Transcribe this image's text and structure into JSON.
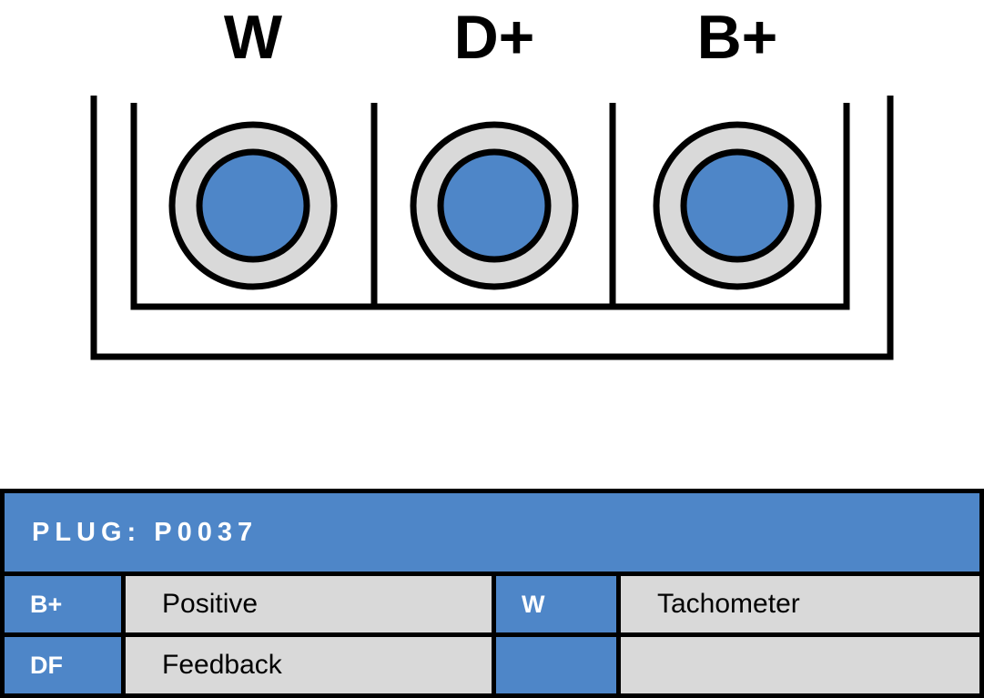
{
  "diagram": {
    "terminals": [
      {
        "label": "W"
      },
      {
        "label": "D+"
      },
      {
        "label": "B+"
      }
    ]
  },
  "table": {
    "title": "PLUG: P0037",
    "rows": [
      {
        "cells": [
          {
            "key": "B+",
            "value": "Positive"
          },
          {
            "key": "W",
            "value": "Tachometer"
          }
        ]
      },
      {
        "cells": [
          {
            "key": "DF",
            "value": "Feedback"
          },
          {
            "key": "",
            "value": ""
          }
        ]
      }
    ]
  },
  "colors": {
    "blue": "#4e86c8",
    "gray": "#d9d9d9",
    "border": "#000000",
    "text_light": "#ffffff",
    "text_dark": "#000000"
  }
}
